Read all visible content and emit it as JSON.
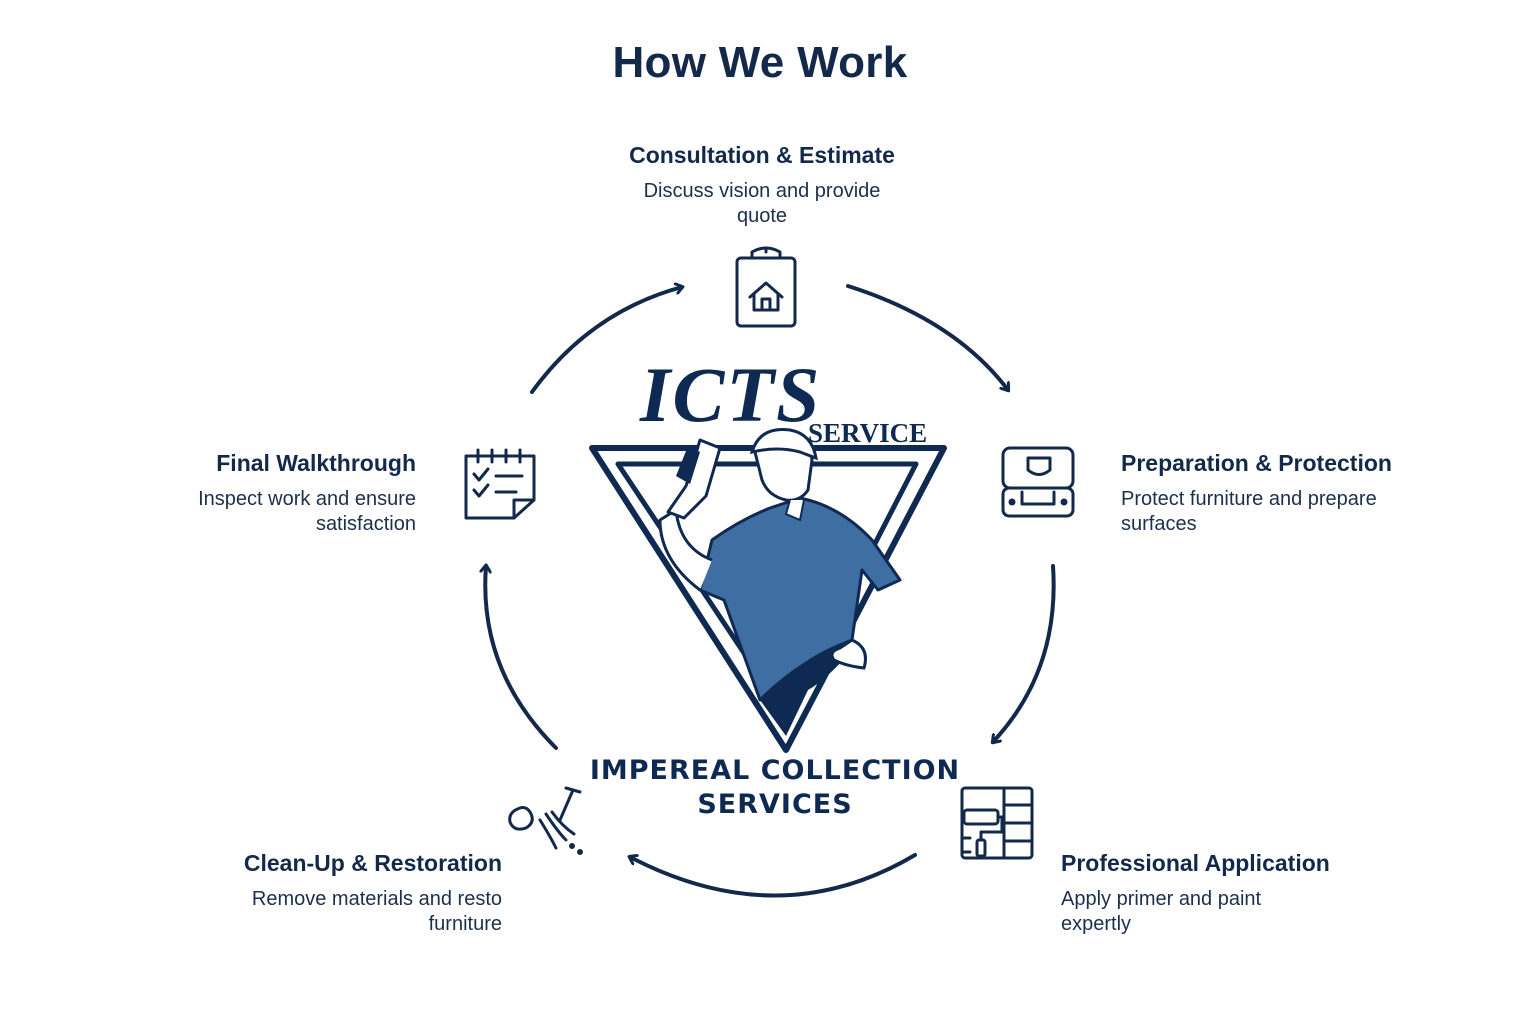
{
  "title": "How We Work",
  "steps": [
    {
      "label": "Consultation & Estimate",
      "desc": "Discuss vision and provide quote",
      "icon": "clipboard-house-icon"
    },
    {
      "label": "Preparation & Protection",
      "desc": "Protect furniture and prepare surfaces",
      "icon": "covered-furniture-icon"
    },
    {
      "label": "Professional Application",
      "desc": "Apply primer and paint expertly",
      "icon": "paint-roller-icon"
    },
    {
      "label": "Clean-Up & Restoration",
      "desc": "Remove materials and resto furniture",
      "icon": "broom-icon"
    },
    {
      "label": "Final Walkthrough",
      "desc": "Inspect work and ensure satisfaction",
      "icon": "checklist-calendar-icon"
    }
  ],
  "logo": {
    "mark": "ICTS",
    "sub": "SERVICE",
    "name_line1": "IMPEREAL COLLECTION",
    "name_line2": "SERVICES"
  },
  "colors": {
    "navy": "#13294b",
    "logo_blue": "#3f6ea3",
    "logo_dark": "#0f2a52"
  }
}
